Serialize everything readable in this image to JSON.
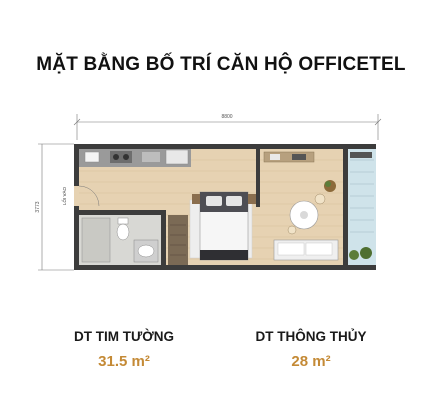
{
  "title": "MẶT BẰNG BỐ TRÍ CĂN HỘ OFFICETEL",
  "floorplan": {
    "width_dim": "8800",
    "height_dim": "3773",
    "entrance_label": "LỐI VÀO",
    "colors": {
      "wall": "#3c3c3c",
      "floor": "#e6d2b2",
      "bath": "#d8d8d4",
      "glass": "#cfe3ea"
    }
  },
  "stats": [
    {
      "label": "DT TIM TƯỜNG",
      "value": "31.5 m²"
    },
    {
      "label": "DT THÔNG THỦY",
      "value": "28 m²"
    }
  ]
}
